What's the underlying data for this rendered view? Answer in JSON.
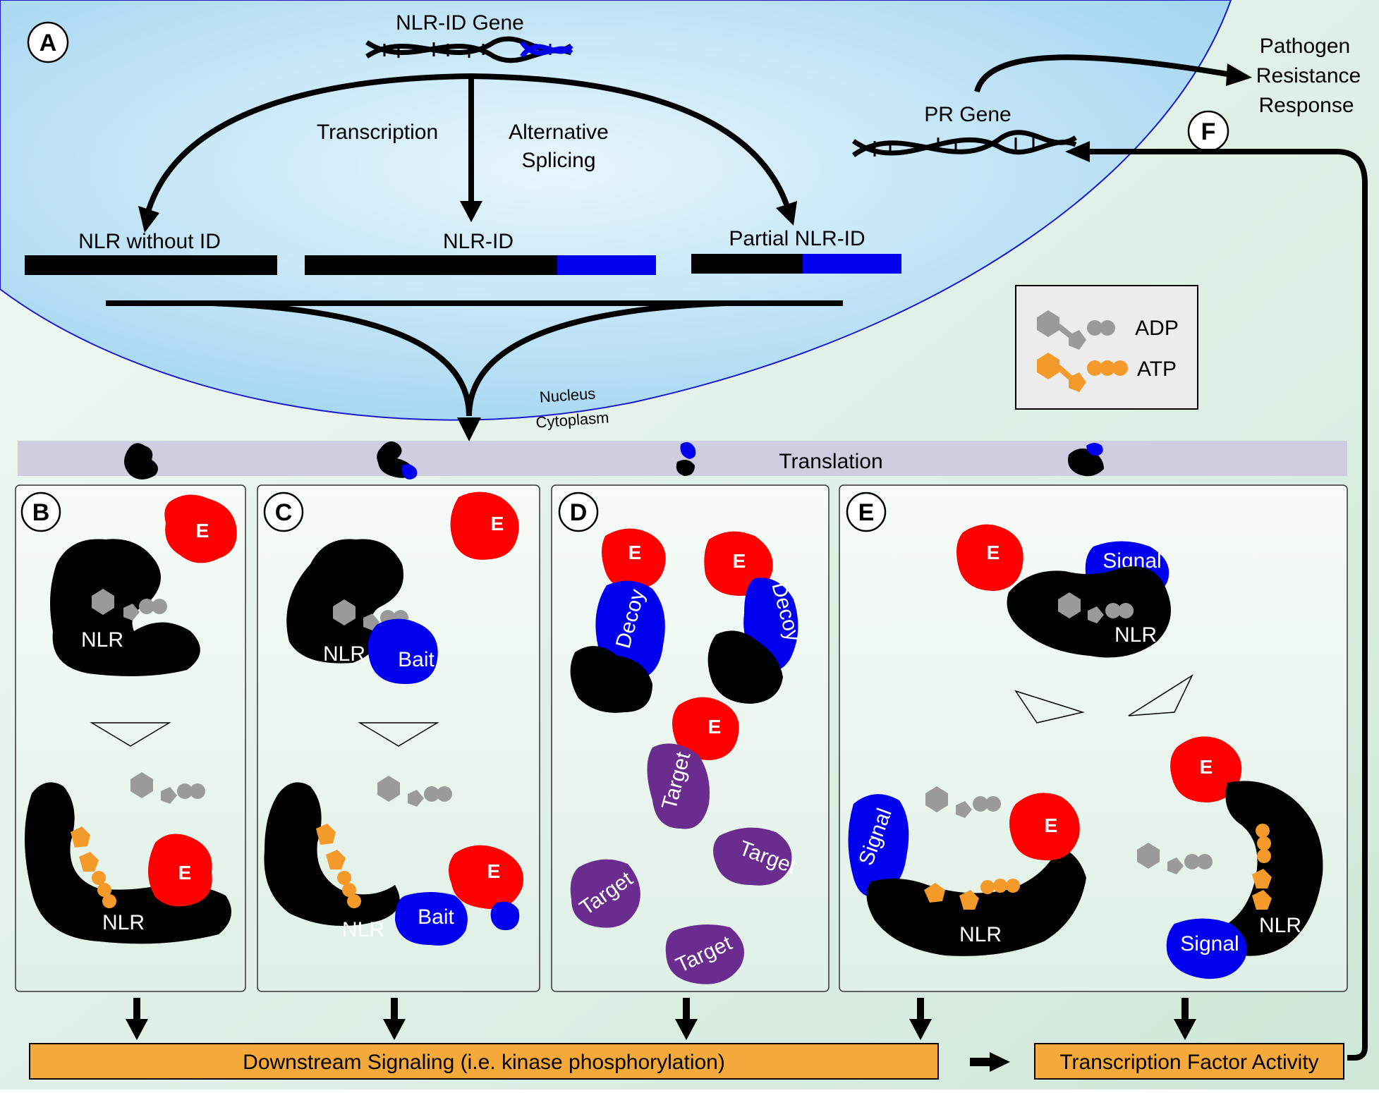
{
  "panels": {
    "A": "A",
    "B": "B",
    "C": "C",
    "D": "D",
    "E": "E",
    "F": "F"
  },
  "nucleus": {
    "gene_label": "NLR-ID Gene",
    "transcription": "Transcription",
    "alt_splicing_line1": "Alternative",
    "alt_splicing_line2": "Splicing",
    "transcript_1": "NLR without ID",
    "transcript_2": "NLR-ID",
    "transcript_3": "Partial NLR-ID",
    "nucleus_label": "Nucleus",
    "cytoplasm_label": "Cytoplasm",
    "pr_gene": "PR Gene",
    "response_line1": "Pathogen",
    "response_line2": "Resistance",
    "response_line3": "Response"
  },
  "legend": {
    "adp": "ADP",
    "atp": "ATP"
  },
  "translation": "Translation",
  "proteins": {
    "effector": "E",
    "nlr": "NLR",
    "bait": "Bait",
    "decoy": "Decoy",
    "target": "Target",
    "signal": "Signal"
  },
  "downstream": "Downstream Signaling (i.e. kinase phosphorylation)",
  "tf_activity": "Transcription Factor Activity",
  "colors": {
    "black": "#000000",
    "effector": "#ff0000",
    "id_blue": "#0000ee",
    "target": "#6a2d8f",
    "atp": "#f39a2b",
    "adp": "#9a9a9a",
    "nucleus": "#bfe3f7",
    "cytoplasm": "#dcefe3",
    "bar": "#f4a93a",
    "translation_band": "#cfcde0"
  }
}
